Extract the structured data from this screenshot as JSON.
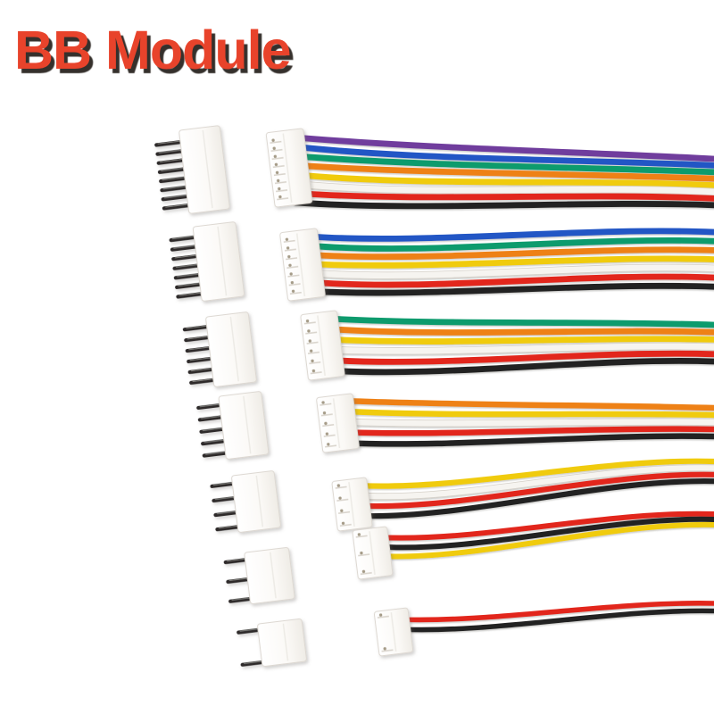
{
  "title": {
    "text": "BB Module",
    "color": "#e8432b",
    "shadow_color": "#35302c"
  },
  "background_color": "#ffffff",
  "connector_body_color": "#ffffff",
  "connector_edge_color": "#ddd8d2",
  "pin_color": "#2e2c2c",
  "contact_metal_color": "#a59b87",
  "wire_palette": {
    "purple": "#6f3e9d",
    "blue": "#2356c5",
    "green": "#0d9b6d",
    "orange": "#ee8117",
    "yellow": "#f0cb0e",
    "white": "#f6f4f0",
    "red": "#e2261a",
    "black": "#232122"
  },
  "rows": [
    {
      "id": "8pin",
      "pins": 8,
      "wires": [
        "purple",
        "blue",
        "green",
        "orange",
        "yellow",
        "white",
        "red",
        "black"
      ]
    },
    {
      "id": "7pin",
      "pins": 7,
      "wires": [
        "blue",
        "green",
        "orange",
        "yellow",
        "white",
        "red",
        "black"
      ]
    },
    {
      "id": "6pin",
      "pins": 6,
      "wires": [
        "green",
        "orange",
        "yellow",
        "white",
        "red",
        "black"
      ]
    },
    {
      "id": "5pin",
      "pins": 5,
      "wires": [
        "orange",
        "yellow",
        "white",
        "red",
        "black"
      ]
    },
    {
      "id": "4pin",
      "pins": 4,
      "wires": [
        "yellow",
        "white",
        "red",
        "black"
      ]
    },
    {
      "id": "3pin",
      "pins": 3,
      "wires": [
        "red",
        "black",
        "yellow"
      ]
    },
    {
      "id": "2pin",
      "pins": 2,
      "wires": [
        "red",
        "black"
      ]
    }
  ]
}
